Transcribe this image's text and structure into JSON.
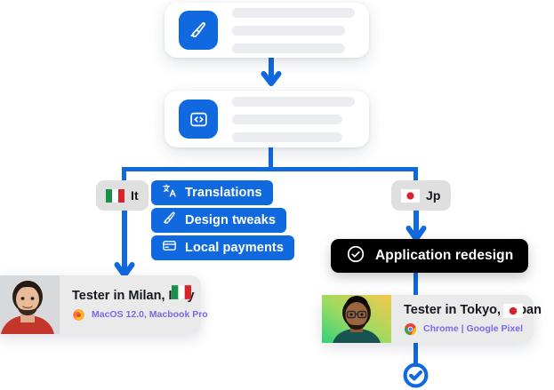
{
  "colors": {
    "accent_blue": "#1069DE",
    "dark_pill": "#000000",
    "badge_gray": "#DFDFDF",
    "card_white": "#FFFFFF",
    "placeholder_gray": "#ECEDF1",
    "tester_card_gray": "#EAEAEA",
    "device_text_purple": "#7B68E8"
  },
  "flow": {
    "card_design": {
      "icon": "paintbrush-icon",
      "placeholder_bars": 3
    },
    "card_code": {
      "icon": "code-brackets-icon",
      "placeholder_bars": 3
    },
    "branches": [
      {
        "locale_badge": {
          "label": "It",
          "flag": "flag-italy"
        },
        "tasks": [
          {
            "label": "Translations",
            "icon": "translate-icon"
          },
          {
            "label": "Design tweaks",
            "icon": "paintbrush-icon"
          },
          {
            "label": "Local payments",
            "icon": "credit-card-icon"
          }
        ],
        "tester": {
          "name": "Tester in Milan, Italy",
          "device": "MacOS 12.0, Macbook Pro",
          "browser_icon": "firefox-icon",
          "flag": "flag-italy"
        }
      },
      {
        "locale_badge": {
          "label": "Jp",
          "flag": "flag-japan"
        },
        "tasks": [
          {
            "label": "Application redesign",
            "icon": "check-circle-icon"
          }
        ],
        "tester": {
          "name": "Tester in Tokyo, Japan",
          "device": "Chrome | Google Pixel",
          "browser_icon": "chrome-icon",
          "flag": "flag-japan"
        }
      }
    ],
    "end_node": {
      "icon": "check-circle-icon"
    }
  }
}
